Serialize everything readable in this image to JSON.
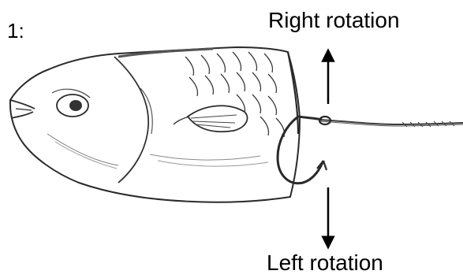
{
  "step_label": "1:",
  "labels": {
    "right_rotation": "Right rotation",
    "left_rotation": "Left rotation"
  },
  "colors": {
    "ink": "#000000",
    "sketch": "#3a3a3a",
    "shading": "#7a7a7a",
    "background": "#ffffff"
  },
  "icons": {
    "up_arrow": "up-arrow-icon",
    "down_arrow": "down-arrow-icon"
  }
}
